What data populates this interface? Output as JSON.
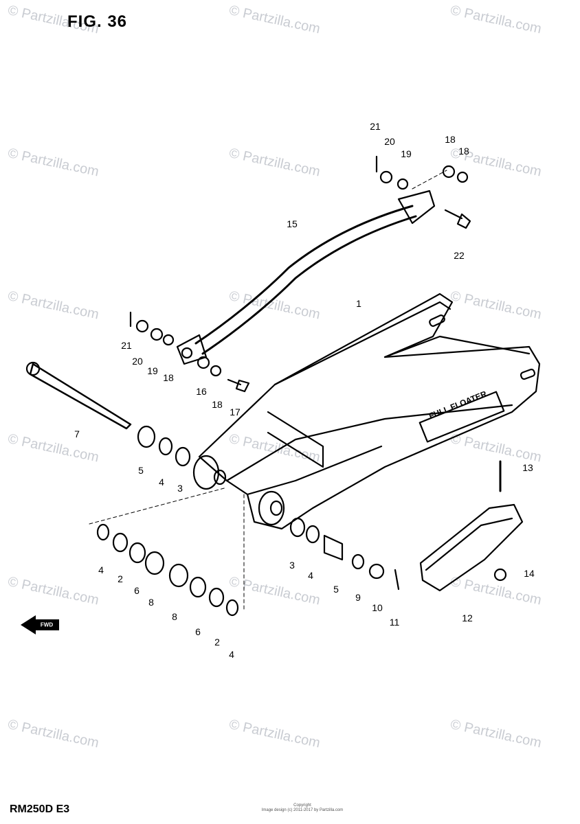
{
  "figure": {
    "title": "FIG. 36",
    "model": "RM250D  E3",
    "brand_text": "FULL FLOATER"
  },
  "watermark": {
    "text": "© Partzilla.com"
  },
  "copyright": {
    "line1": "Copyright",
    "line2": "Image design (c) 2011-2017 by Partzilla.com"
  },
  "fwd_label": "FWD",
  "parts": [
    {
      "id": "21a",
      "label": "21"
    },
    {
      "id": "20a",
      "label": "20"
    },
    {
      "id": "19a",
      "label": "19"
    },
    {
      "id": "18a",
      "label": "18"
    },
    {
      "id": "18b",
      "label": "18"
    },
    {
      "id": "22",
      "label": "22"
    },
    {
      "id": "15",
      "label": "15"
    },
    {
      "id": "1",
      "label": "1"
    },
    {
      "id": "21b",
      "label": "21"
    },
    {
      "id": "20b",
      "label": "20"
    },
    {
      "id": "19b",
      "label": "19"
    },
    {
      "id": "18c",
      "label": "18"
    },
    {
      "id": "16",
      "label": "16"
    },
    {
      "id": "18d",
      "label": "18"
    },
    {
      "id": "17",
      "label": "17"
    },
    {
      "id": "7",
      "label": "7"
    },
    {
      "id": "5a",
      "label": "5"
    },
    {
      "id": "4a",
      "label": "4"
    },
    {
      "id": "3a",
      "label": "3"
    },
    {
      "id": "13",
      "label": "13"
    },
    {
      "id": "4b",
      "label": "4"
    },
    {
      "id": "2a",
      "label": "2"
    },
    {
      "id": "6a",
      "label": "6"
    },
    {
      "id": "8a",
      "label": "8"
    },
    {
      "id": "8b",
      "label": "8"
    },
    {
      "id": "6b",
      "label": "6"
    },
    {
      "id": "2b",
      "label": "2"
    },
    {
      "id": "4c",
      "label": "4"
    },
    {
      "id": "3b",
      "label": "3"
    },
    {
      "id": "4d",
      "label": "4"
    },
    {
      "id": "5b",
      "label": "5"
    },
    {
      "id": "9",
      "label": "9"
    },
    {
      "id": "10",
      "label": "10"
    },
    {
      "id": "11",
      "label": "11"
    },
    {
      "id": "14",
      "label": "14"
    },
    {
      "id": "12",
      "label": "12"
    }
  ]
}
